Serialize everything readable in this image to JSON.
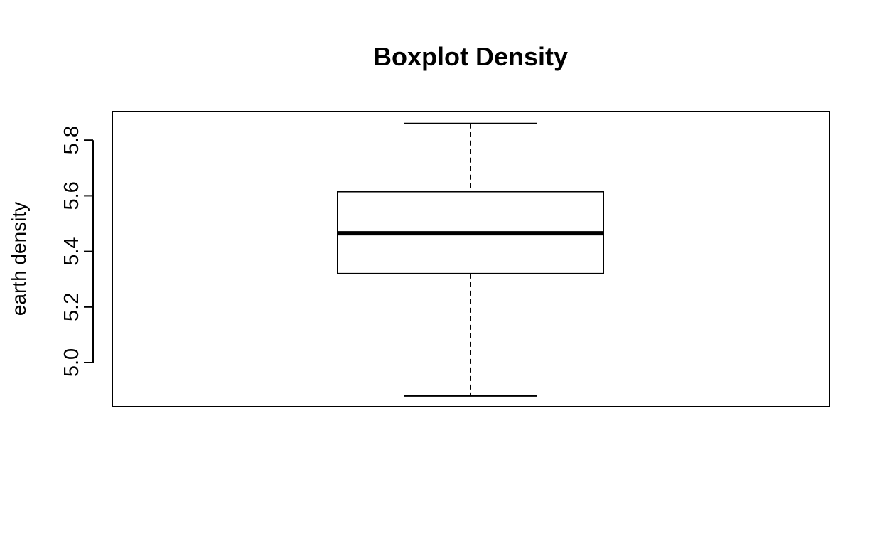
{
  "chart_data": {
    "type": "boxplot",
    "title": "Boxplot Density",
    "xlabel": "",
    "ylabel": "earth density",
    "ylim": [
      4.88,
      5.9
    ],
    "yticks": [
      5.0,
      5.2,
      5.4,
      5.6,
      5.8
    ],
    "ytick_labels": [
      "5.0",
      "5.2",
      "5.4",
      "5.6",
      "5.8"
    ],
    "grid": false,
    "legend": "none",
    "boxes": [
      {
        "whisker_low": 4.88,
        "q1": 5.32,
        "median": 5.465,
        "q3": 5.615,
        "whisker_high": 5.86
      }
    ],
    "colors": {
      "box_fill": "#ffffff",
      "stroke": "#000000",
      "background": "#ffffff"
    }
  }
}
